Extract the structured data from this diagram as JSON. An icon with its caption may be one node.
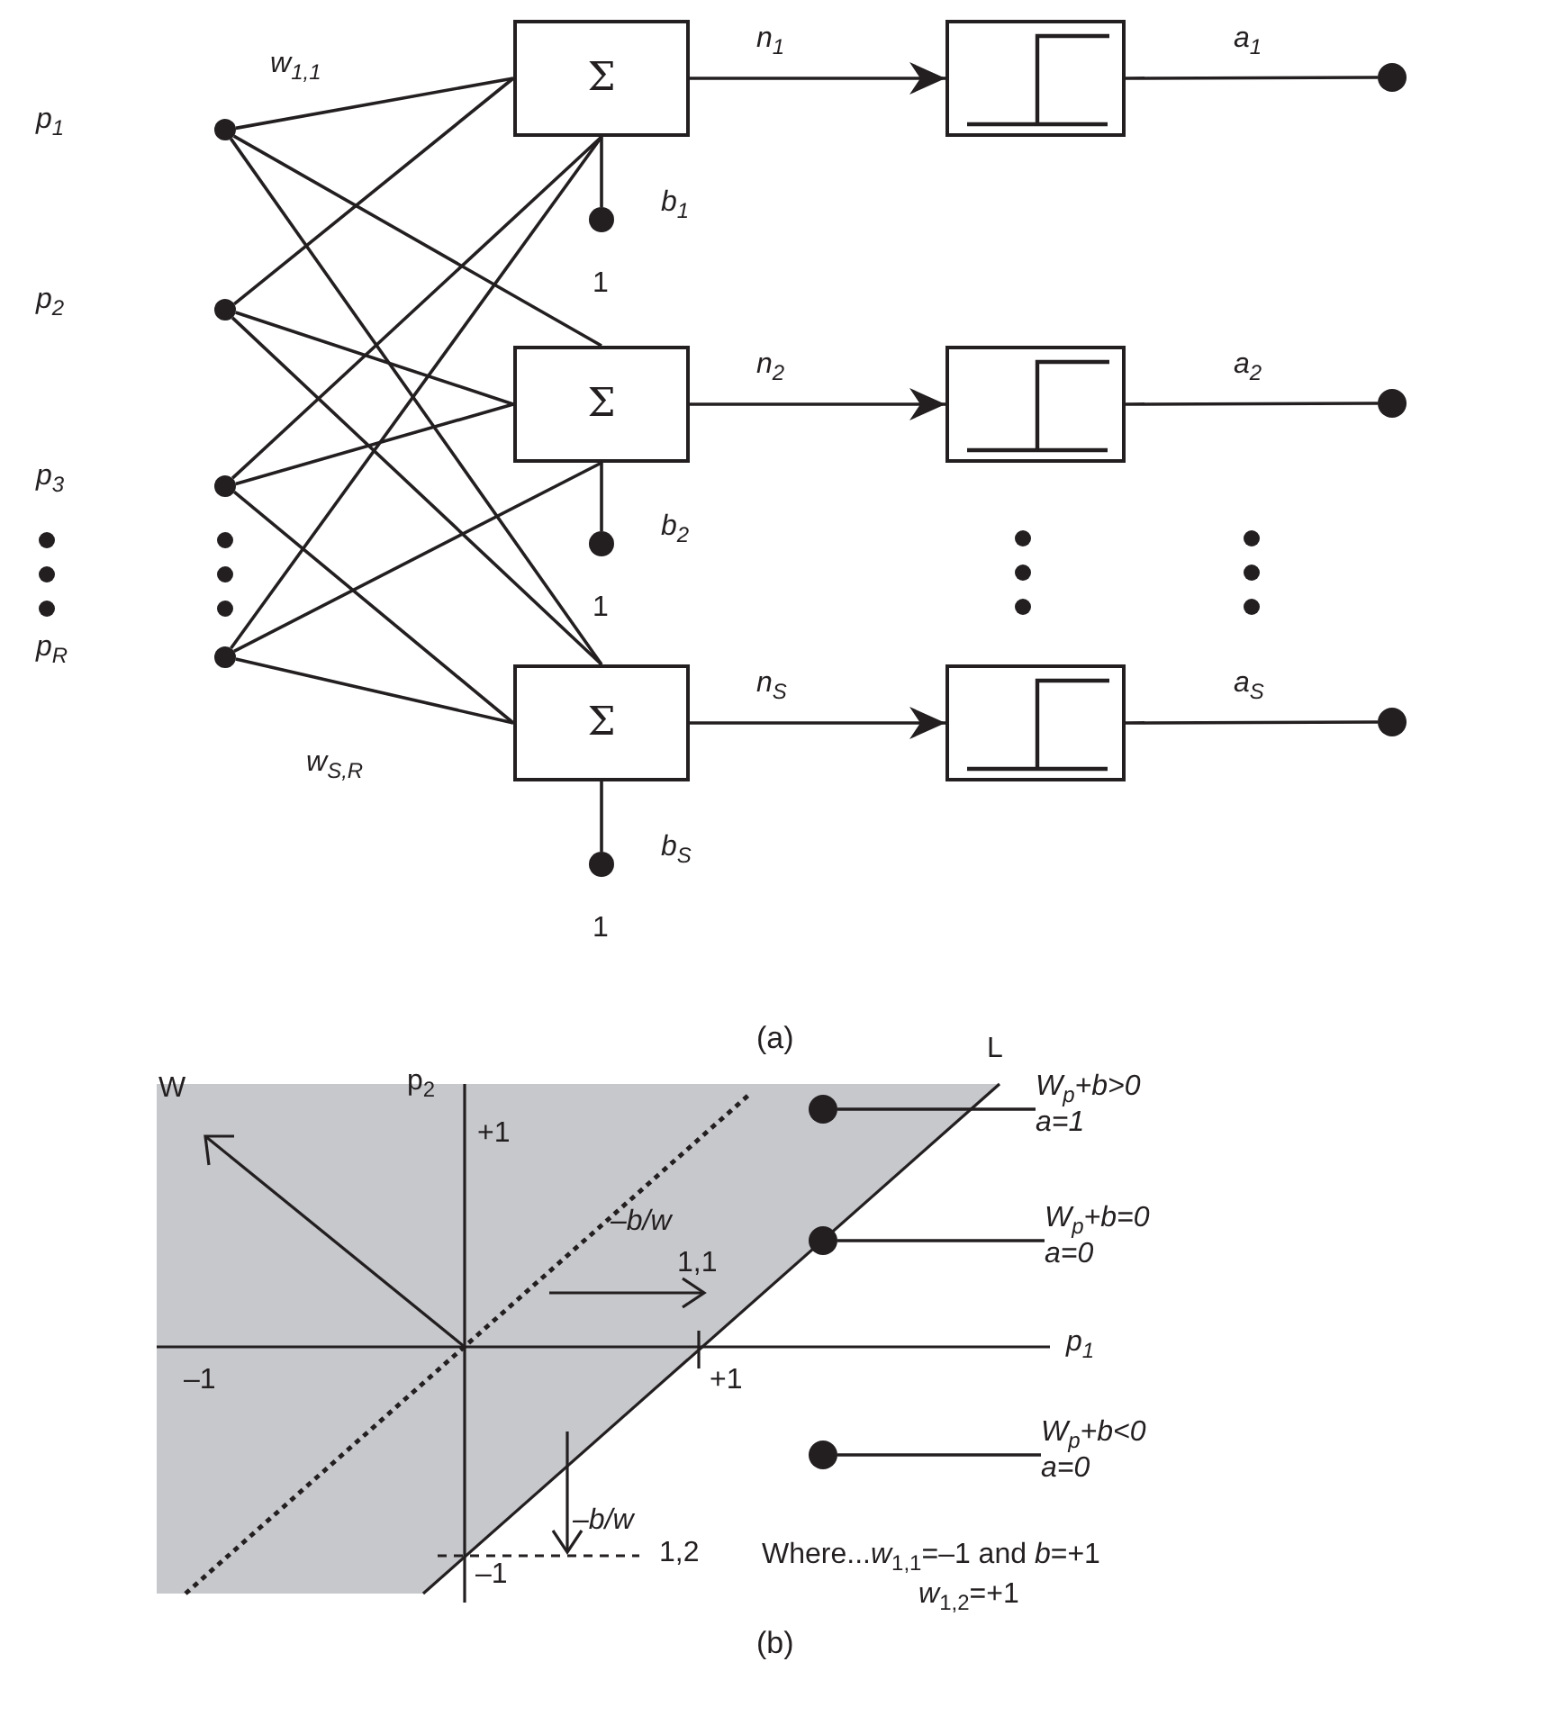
{
  "diagram": {
    "nodes": [
      {
        "text": [],
        "shape": "circle"
      },
      {
        "text": [],
        "shape": "circle"
      },
      {
        "text": [],
        "shape": "circle"
      },
      {
        "text": [],
        "shape": "circle"
      },
      {
        "text": [
          "Σ"
        ]
      },
      {
        "text": [],
        "shape": "circle",
        "beside": [
          "b$_{1}$",
          "1"
        ]
      },
      {
        "text": [],
        "shape": "box"
      },
      {
        "text": [],
        "shape": "circle"
      },
      {
        "text": [
          "Σ"
        ]
      },
      {
        "text": [],
        "shape": "circle",
        "beside": [
          "b$_{2}$",
          "1"
        ]
      },
      {
        "text": [],
        "shape": "box"
      },
      {
        "text": [],
        "shape": "circle"
      },
      {
        "text": [
          "Σ"
        ]
      },
      {
        "text": [],
        "shape": "circle",
        "beside": [
          "b$_{S}$",
          "1"
        ]
      },
      {
        "text": [],
        "shape": "box"
      },
      {
        "text": [],
        "shape": "circle"
      },
      {
        "text": [
          "W$_{p}$+b>0",
          "a=1"
        ]
      },
      {
        "text": [],
        "shape": "circle"
      },
      {
        "text": [
          "W$_{p}$+b=0",
          "a=0"
        ]
      },
      {
        "text": [],
        "shape": "circle"
      },
      {
        "text": [
          "W$_{p}$+b<0",
          "a=0"
        ]
      },
      {
        "text": [],
        "shape": "circle"
      }
    ],
    "edges": [
      {
        "from": 0,
        "to": 4,
        "arrow": "none"
      },
      {
        "from": 0,
        "to": 8,
        "arrow": "none"
      },
      {
        "from": 0,
        "to": 12,
        "arrow": "none"
      },
      {
        "from": 1,
        "to": 4,
        "arrow": "none"
      },
      {
        "from": 1,
        "to": 8,
        "arrow": "none"
      },
      {
        "from": 1,
        "to": 12,
        "arrow": "none"
      },
      {
        "from": 2,
        "to": 4,
        "arrow": "none"
      },
      {
        "from": 2,
        "to": 8,
        "arrow": "none"
      },
      {
        "from": 2,
        "to": 12,
        "arrow": "none"
      },
      {
        "from": 3,
        "to": 4,
        "arrow": "none"
      },
      {
        "from": 3,
        "to": 8,
        "arrow": "none"
      },
      {
        "from": 3,
        "to": 12,
        "arrow": "none"
      },
      {
        "from": 5,
        "to": 4,
        "arrow": "none"
      },
      {
        "from": 9,
        "to": 8,
        "arrow": "none"
      },
      {
        "from": 13,
        "to": 12,
        "arrow": "none"
      },
      {
        "from": 4,
        "to": 6,
        "arrow": "to",
        "label": "n$_{1}$"
      },
      {
        "from": 8,
        "to": 10,
        "arrow": "to",
        "label": "n$_{2}$"
      },
      {
        "from": 12,
        "to": 14,
        "arrow": "to",
        "label": "n$_{S}$"
      },
      {
        "from": 6,
        "to": 7,
        "arrow": "none",
        "label": "a$_{1}$"
      },
      {
        "from": 10,
        "to": 11,
        "arrow": "none",
        "label": "a$_{2}$"
      },
      {
        "from": 14,
        "to": 15,
        "arrow": "none",
        "label": "a$_{S}$"
      },
      {
        "from": 16,
        "to": 17,
        "arrow": "none"
      },
      {
        "from": 18,
        "to": 19,
        "arrow": "none"
      },
      {
        "from": 20,
        "to": 21,
        "arrow": "none"
      }
    ],
    "labels": [
      "p$_{1}$",
      "p$_{2}$",
      "p$_{3}$",
      "p$_{R}$",
      "w$_{1,1}$",
      "w$_{S,R}$",
      "(a)",
      "L",
      "W",
      "p$_{2}$",
      "+1",
      "–b/w",
      "1,1",
      "p$_{1}$",
      "–1",
      "+1",
      "–b/w",
      "1,2",
      "–1",
      "Where...*w*$_{1,1}$=–1 and *b*=+1",
      "*w*$_{1,2}$=+1",
      "(b)"
    ]
  }
}
